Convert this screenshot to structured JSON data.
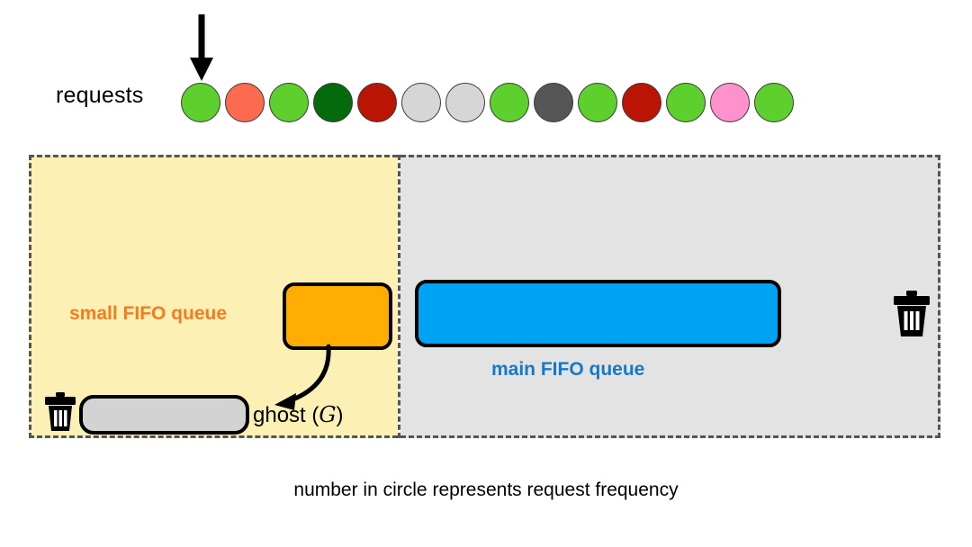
{
  "diagram": {
    "requests_label": "requests",
    "caption": "number in circle represents request frequency",
    "incoming_arrow_icon": "down-arrow-icon",
    "request_circles": [
      {
        "color": "#5ed02e",
        "label": ""
      },
      {
        "color": "#fc6a50",
        "label": ""
      },
      {
        "color": "#5ed02e",
        "label": ""
      },
      {
        "color": "#046b0c",
        "label": ""
      },
      {
        "color": "#ba1504",
        "label": ""
      },
      {
        "color": "#d6d6d6",
        "label": ""
      },
      {
        "color": "#d6d6d6",
        "label": ""
      },
      {
        "color": "#5ed02e",
        "label": ""
      },
      {
        "color": "#565656",
        "label": ""
      },
      {
        "color": "#5ed02e",
        "label": ""
      },
      {
        "color": "#ba1504",
        "label": ""
      },
      {
        "color": "#5ed02e",
        "label": ""
      },
      {
        "color": "#ff92cc",
        "label": ""
      },
      {
        "color": "#5ed02e",
        "label": ""
      }
    ],
    "small_panel": {
      "queue_label": "small FIFO queue",
      "queue_label_color": "#f57c20",
      "queue_fill": "#ffad00",
      "panel_fill": "#fdf0b4",
      "ghost_label_text": "ghost (",
      "ghost_label_symbol": "G",
      "ghost_label_close": ")",
      "ghost_fill": "#d3d3d3",
      "trash_icon": "trash-can-icon",
      "eviction_arrow_icon": "curved-arrow-icon"
    },
    "main_panel": {
      "queue_label": "main FIFO queue",
      "queue_label_color": "#1779c4",
      "queue_fill": "#00a2f3",
      "panel_fill": "#e3e3e3",
      "trash_icon": "trash-can-icon"
    },
    "panel_border_color": "#555555"
  }
}
